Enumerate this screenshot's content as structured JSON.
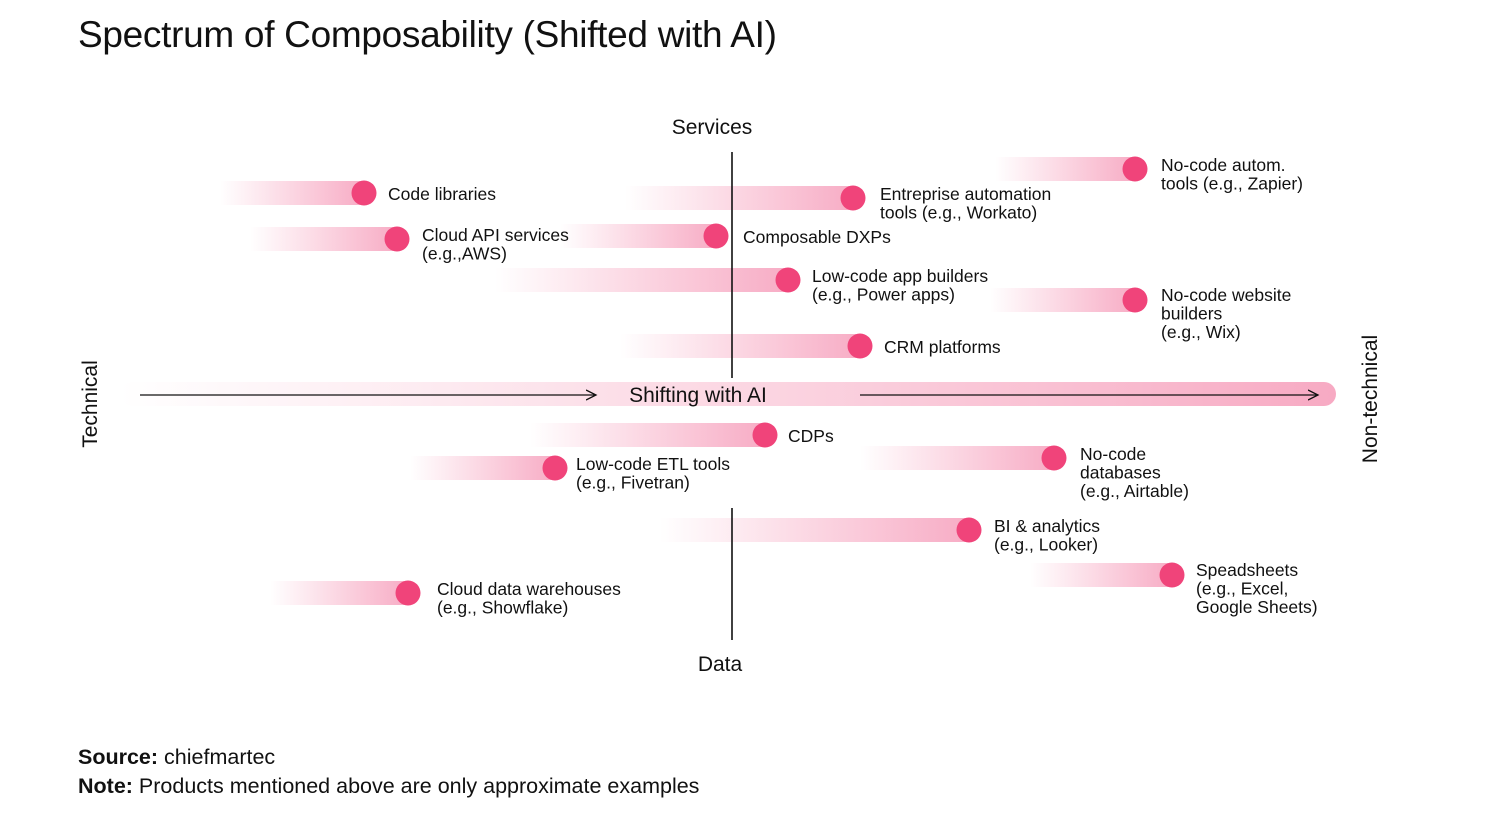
{
  "title": "Spectrum of Composability (Shifted with AI)",
  "axes": {
    "top": "Services",
    "bottom": "Data",
    "left": "Technical",
    "right": "Non-technical",
    "center": "Shifting with AI"
  },
  "colors": {
    "accent": "#f0447a",
    "trail": "#f7a8c2",
    "axis": "#111111"
  },
  "items": [
    {
      "id": "code-libraries",
      "lines": [
        "Code libraries"
      ]
    },
    {
      "id": "cloud-api-services",
      "lines": [
        "Cloud API services",
        "(e.g.,AWS)"
      ]
    },
    {
      "id": "composable-dxps",
      "lines": [
        "Composable DXPs"
      ]
    },
    {
      "id": "enterprise-automation",
      "lines": [
        "Entreprise automation",
        "tools (e.g., Workato)"
      ]
    },
    {
      "id": "no-code-automation",
      "lines": [
        "No-code autom.",
        "tools (e.g., Zapier)"
      ]
    },
    {
      "id": "low-code-app-builders",
      "lines": [
        "Low-code app builders",
        "(e.g., Power apps)"
      ]
    },
    {
      "id": "no-code-website-builders",
      "lines": [
        "No-code website",
        "builders",
        "(e.g., Wix)"
      ]
    },
    {
      "id": "crm-platforms",
      "lines": [
        "CRM platforms"
      ]
    },
    {
      "id": "cdps",
      "lines": [
        "CDPs"
      ]
    },
    {
      "id": "low-code-etl",
      "lines": [
        "Low-code ETL tools",
        "(e.g., Fivetran)"
      ]
    },
    {
      "id": "no-code-databases",
      "lines": [
        "No-code",
        "databases",
        "(e.g., Airtable)"
      ]
    },
    {
      "id": "bi-analytics",
      "lines": [
        "BI & analytics",
        "(e.g., Looker)"
      ]
    },
    {
      "id": "spreadsheets",
      "lines": [
        "Speadsheets",
        "(e.g., Excel,",
        "Google Sheets)"
      ]
    },
    {
      "id": "cloud-data-warehouses",
      "lines": [
        "Cloud data warehouses",
        "(e.g., Showflake)"
      ]
    }
  ],
  "footer": {
    "source_label": "Source:",
    "source_value": "chiefmartec",
    "note_label": "Note:",
    "note_value": "Products mentioned above are only approximate examples"
  }
}
